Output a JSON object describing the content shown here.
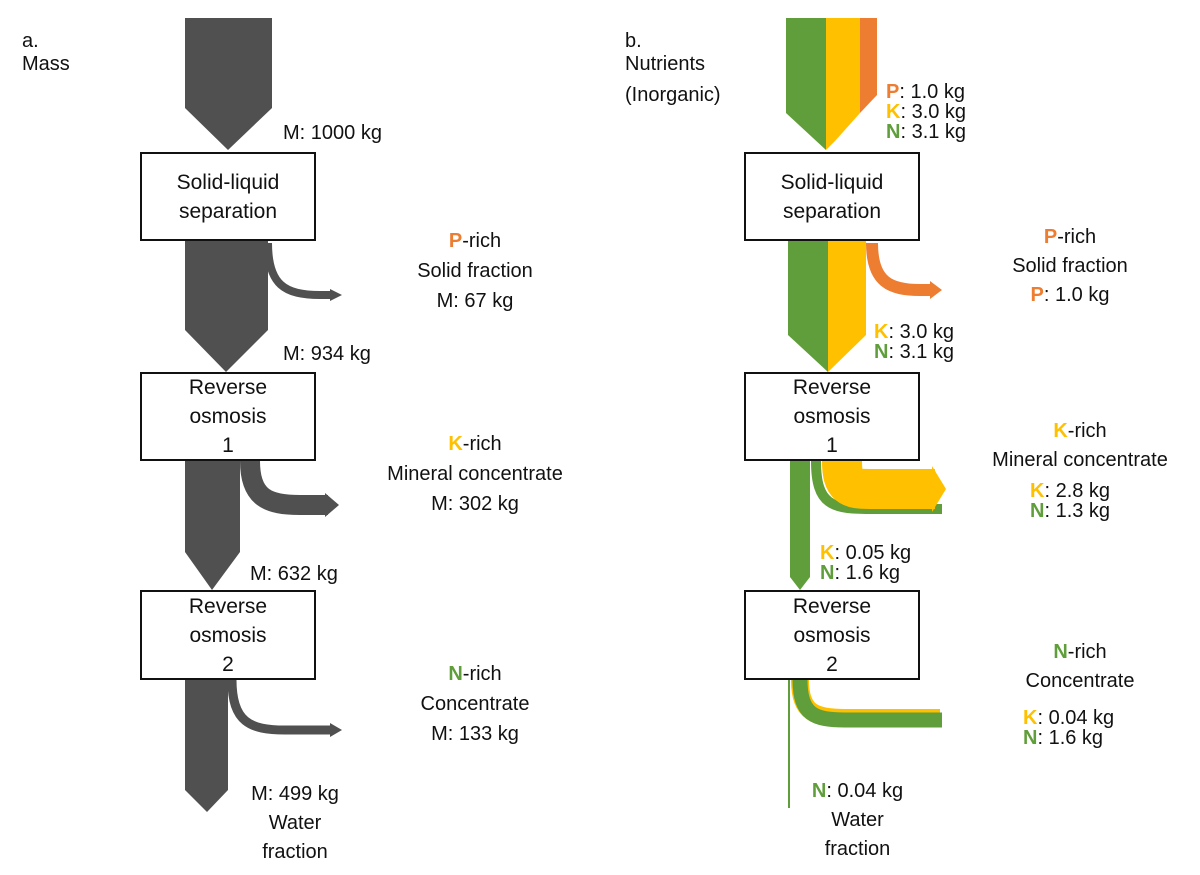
{
  "colors": {
    "mass": "#505050",
    "P": "#ED7D31",
    "K": "#FFC000",
    "N": "#5F9E3A",
    "box_border": "#111111"
  },
  "panel_a": {
    "label": "a.",
    "title": "Mass",
    "stages": [
      {
        "line1": "Solid-liquid",
        "line2": "separation",
        "line3": ""
      },
      {
        "line1": "Reverse",
        "line2": "osmosis",
        "line3": "1"
      },
      {
        "line1": "Reverse",
        "line2": "osmosis",
        "line3": "2"
      }
    ],
    "input_mass": "M: 1000 kg",
    "solid": {
      "element": "P",
      "rich_suffix": "-rich",
      "name": "Solid fraction",
      "mass": "M: 67 kg"
    },
    "flow_after_sep": "M: 934 kg",
    "mineral": {
      "element": "K",
      "rich_suffix": "-rich",
      "name": "Mineral concentrate",
      "mass": "M: 302 kg"
    },
    "flow_after_ro1": "M: 632 kg",
    "nconc": {
      "element": "N",
      "rich_suffix": "-rich",
      "name": "Concentrate",
      "mass": "M: 133 kg"
    },
    "water": {
      "mass": "M: 499 kg",
      "line1": "Water",
      "line2": "fraction"
    }
  },
  "panel_b": {
    "label": "b.",
    "title_line1": "Nutrients",
    "title_line2": "(Inorganic)",
    "stages": [
      {
        "line1": "Solid-liquid",
        "line2": "separation",
        "line3": ""
      },
      {
        "line1": "Reverse",
        "line2": "osmosis",
        "line3": "1"
      },
      {
        "line1": "Reverse",
        "line2": "osmosis",
        "line3": "2"
      }
    ],
    "input": [
      {
        "el": "P",
        "val": ": 1.0 kg"
      },
      {
        "el": "K",
        "val": ": 3.0 kg"
      },
      {
        "el": "N",
        "val": ": 3.1 kg"
      }
    ],
    "solid": {
      "element": "P",
      "rich_suffix": "-rich",
      "name": "Solid fraction",
      "values": [
        {
          "el": "P",
          "val": ": 1.0 kg"
        }
      ]
    },
    "after_sep": [
      {
        "el": "K",
        "val": ": 3.0 kg"
      },
      {
        "el": "N",
        "val": ": 3.1 kg"
      }
    ],
    "mineral": {
      "element": "K",
      "rich_suffix": "-rich",
      "name": "Mineral concentrate",
      "values": [
        {
          "el": "K",
          "val": ": 2.8 kg"
        },
        {
          "el": "N",
          "val": ": 1.3 kg"
        }
      ]
    },
    "after_ro1": [
      {
        "el": "K",
        "val": ": 0.05 kg"
      },
      {
        "el": "N",
        "val": ": 1.6 kg"
      }
    ],
    "nconc": {
      "element": "N",
      "rich_suffix": "-rich",
      "name": "Concentrate",
      "values": [
        {
          "el": "K",
          "val": ": 0.04 kg"
        },
        {
          "el": "N",
          "val": ": 1.6 kg"
        }
      ]
    },
    "water": {
      "el": "N",
      "val": ": 0.04 kg",
      "line1": "Water",
      "line2": "fraction"
    }
  }
}
